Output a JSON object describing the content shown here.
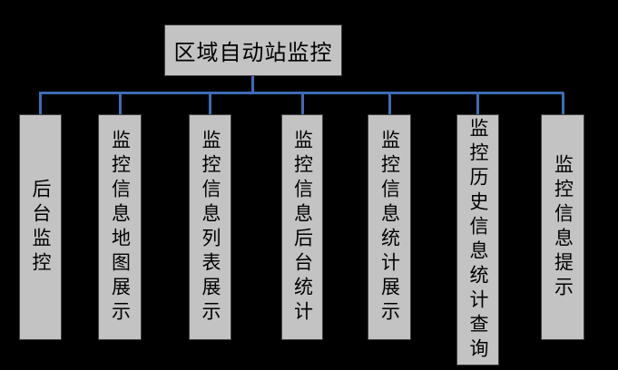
{
  "colors": {
    "background": "#000000",
    "node_fill": "#c3c3c3",
    "node_border": "#404040",
    "node_text": "#000000",
    "connector": "#3d6cb4"
  },
  "diagram": {
    "type": "org-tree",
    "root": {
      "label": "区域自动站监控"
    },
    "children": [
      {
        "label": "后台监控"
      },
      {
        "label": "监控信息地图展示"
      },
      {
        "label": "监控信息列表展示"
      },
      {
        "label": "监控信息后台统计"
      },
      {
        "label": "监控信息统计展示"
      },
      {
        "label": "监控历史信息统计查询"
      },
      {
        "label": "监控信息提示"
      }
    ]
  }
}
